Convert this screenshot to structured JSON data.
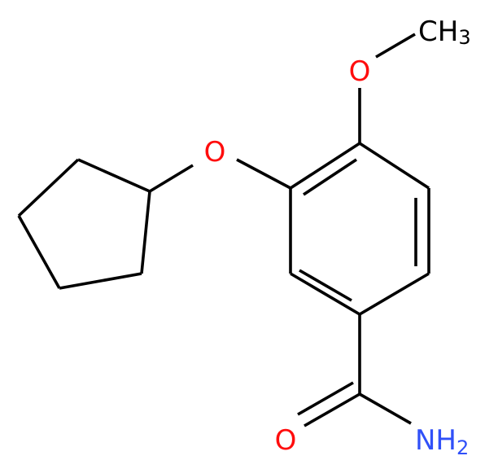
{
  "molecule": {
    "atoms": {
      "methyl": {
        "label": "CH",
        "sub": "3"
      },
      "methoxy_o": {
        "label": "O"
      },
      "ether_o": {
        "label": "O"
      },
      "carbonyl_o": {
        "label": "O"
      },
      "amide_n": {
        "label": "NH",
        "sub": "2"
      }
    }
  },
  "colors": {
    "carbon": "#000000",
    "oxygen": "#ff0d0d",
    "nitrogen": "#3050f8",
    "background": "#ffffff"
  }
}
